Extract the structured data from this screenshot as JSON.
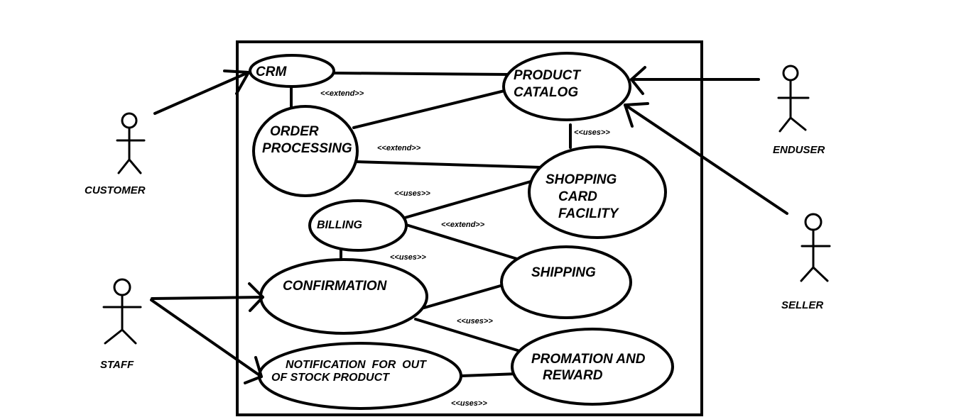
{
  "actors": {
    "customer": "CUSTOMER",
    "staff": "STAFF",
    "enduser": "ENDUSER",
    "seller": "SELLER"
  },
  "use_cases": {
    "crm": "CRM",
    "product_catalog": [
      "PRODUCT",
      "CATALOG"
    ],
    "order_processing": [
      "ORDER",
      "PROCESSING"
    ],
    "shopping_card": [
      "SHOPPING",
      "CARD",
      "FACILITY"
    ],
    "billing": "BILLING",
    "confirmation": "CONFIRMATION",
    "shipping": "SHIPPING",
    "notification": [
      "NOTIFICATION  FOR  OUT",
      "OF STOCK PRODUCT"
    ],
    "promotion": [
      "PROMATION AND",
      "REWARD"
    ]
  },
  "relations": {
    "crm_catalog": "<<extend>>",
    "catalog_cart": "<<uses>>",
    "order_cart": "<<extend>>",
    "cart_billing": "<<uses>>",
    "billing_shipping": "<<extend>>",
    "billing_confirmation": "<<uses>>",
    "confirmation_promotion": "<<uses>>",
    "notification_promotion": "<<uses>>"
  }
}
